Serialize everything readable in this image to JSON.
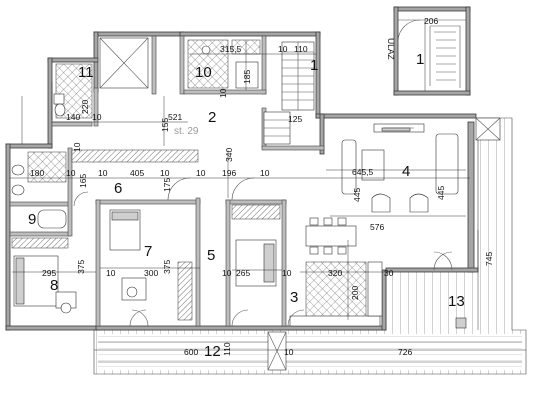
{
  "inset": {
    "room": "1",
    "label": "ULAZ",
    "dimension": "206"
  },
  "rooms": [
    {
      "id": "r1",
      "number": "1"
    },
    {
      "id": "r2",
      "number": "2"
    },
    {
      "id": "r3",
      "number": "3"
    },
    {
      "id": "r4",
      "number": "4"
    },
    {
      "id": "r5",
      "number": "5"
    },
    {
      "id": "r6",
      "number": "6"
    },
    {
      "id": "r7",
      "number": "7"
    },
    {
      "id": "r8",
      "number": "8"
    },
    {
      "id": "r9",
      "number": "9"
    },
    {
      "id": "r10",
      "number": "10"
    },
    {
      "id": "r11",
      "number": "11"
    },
    {
      "id": "r12",
      "number": "12"
    },
    {
      "id": "r13",
      "number": "13"
    }
  ],
  "stamp": "st. 29",
  "dimensions": [
    {
      "id": "d1",
      "text": "315,5"
    },
    {
      "id": "d2",
      "text": "10"
    },
    {
      "id": "d3",
      "text": "110"
    },
    {
      "id": "d4",
      "text": "185"
    },
    {
      "id": "d5",
      "text": "10"
    },
    {
      "id": "d6",
      "text": "140"
    },
    {
      "id": "d7",
      "text": "10"
    },
    {
      "id": "d8",
      "text": "220"
    },
    {
      "id": "d9",
      "text": "521"
    },
    {
      "id": "d10",
      "text": "155"
    },
    {
      "id": "d11",
      "text": "125"
    },
    {
      "id": "d12",
      "text": "10"
    },
    {
      "id": "d13",
      "text": "340"
    },
    {
      "id": "d14",
      "text": "645,5"
    },
    {
      "id": "d15",
      "text": "180"
    },
    {
      "id": "d16",
      "text": "10"
    },
    {
      "id": "d17",
      "text": "165"
    },
    {
      "id": "d18",
      "text": "10"
    },
    {
      "id": "d19",
      "text": "405"
    },
    {
      "id": "d20",
      "text": "10"
    },
    {
      "id": "d21",
      "text": "175"
    },
    {
      "id": "d22",
      "text": "10"
    },
    {
      "id": "d23",
      "text": "196"
    },
    {
      "id": "d24",
      "text": "10"
    },
    {
      "id": "d25",
      "text": "445"
    },
    {
      "id": "d26",
      "text": "445"
    },
    {
      "id": "d27",
      "text": "576"
    },
    {
      "id": "d28",
      "text": "295"
    },
    {
      "id": "d29",
      "text": "375"
    },
    {
      "id": "d30",
      "text": "10"
    },
    {
      "id": "d31",
      "text": "300"
    },
    {
      "id": "d32",
      "text": "375"
    },
    {
      "id": "d33",
      "text": "10"
    },
    {
      "id": "d34",
      "text": "265"
    },
    {
      "id": "d35",
      "text": "10"
    },
    {
      "id": "d36",
      "text": "320"
    },
    {
      "id": "d37",
      "text": "30"
    },
    {
      "id": "d38",
      "text": "200"
    },
    {
      "id": "d39",
      "text": "745"
    },
    {
      "id": "d40",
      "text": "600"
    },
    {
      "id": "d41",
      "text": "110"
    },
    {
      "id": "d42",
      "text": "10"
    },
    {
      "id": "d43",
      "text": "726"
    }
  ]
}
